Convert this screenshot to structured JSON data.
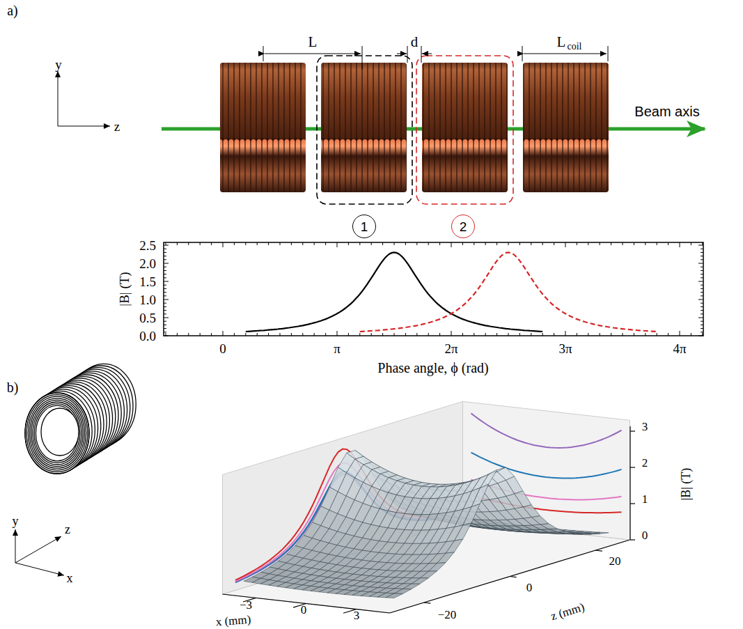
{
  "diagram": {
    "nodes": [
      {
        "text": [
          "1"
        ]
      },
      {
        "text": [
          "2"
        ]
      }
    ],
    "labels": [
      "a)",
      "y",
      "z",
      "L",
      "d",
      "L",
      "coil",
      "Beam axis",
      "2.5",
      "2.0",
      "1.5",
      "1.0",
      "0.5",
      "0.0",
      "|B| (T)",
      "0",
      "π",
      "2π",
      "3π",
      "4π",
      "Phase angle, ϕ (rad)",
      "b)",
      "y",
      "z",
      "x",
      "−3",
      "0",
      "3",
      "x (mm)",
      "0",
      "20",
      "−20",
      "z (mm)",
      "3",
      "2",
      "1",
      "0",
      "|B| (T)"
    ]
  }
}
